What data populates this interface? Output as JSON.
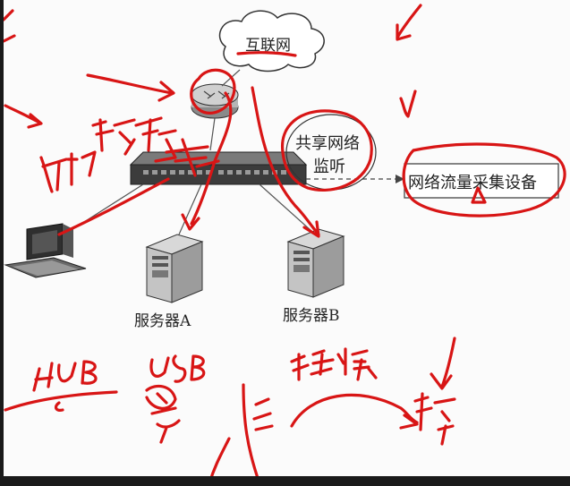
{
  "diagram": {
    "internet_label": "互联网",
    "shared_monitor_label_line1": "共享网络",
    "shared_monitor_label_line2": "监听",
    "device_label": "网络流量采集设备",
    "server_a_label": "服务器A",
    "server_b_label": "服务器B"
  },
  "colors": {
    "ink": "#d81515",
    "device": "#3c3c3c",
    "cable": "#555555"
  }
}
